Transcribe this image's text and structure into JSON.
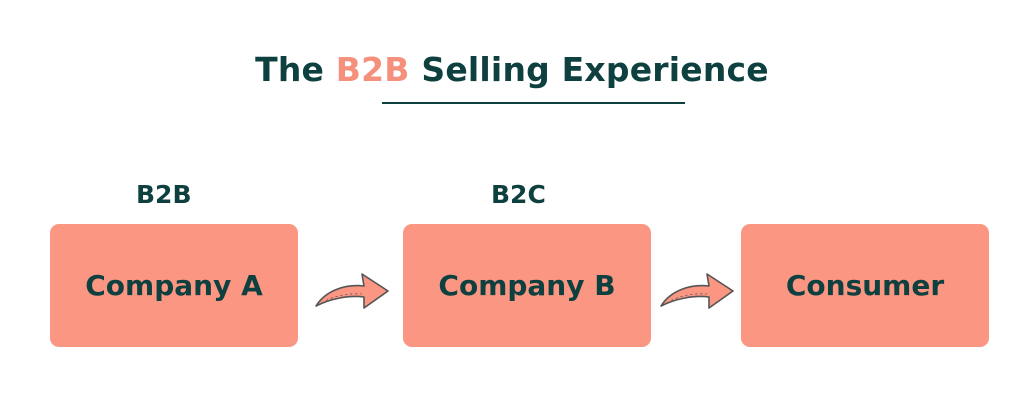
{
  "title": {
    "prefix": "The ",
    "highlight": "B2B",
    "suffix": " Selling Experience"
  },
  "stages": {
    "b2b_label": "B2B",
    "b2c_label": "B2C"
  },
  "nodes": [
    {
      "label": "Company A"
    },
    {
      "label": "Company B"
    },
    {
      "label": "Consumer"
    }
  ],
  "colors": {
    "primary_text": "#0f4040",
    "accent": "#f4907b",
    "box_fill": "#fb9683",
    "arrow_outline": "#555555"
  }
}
